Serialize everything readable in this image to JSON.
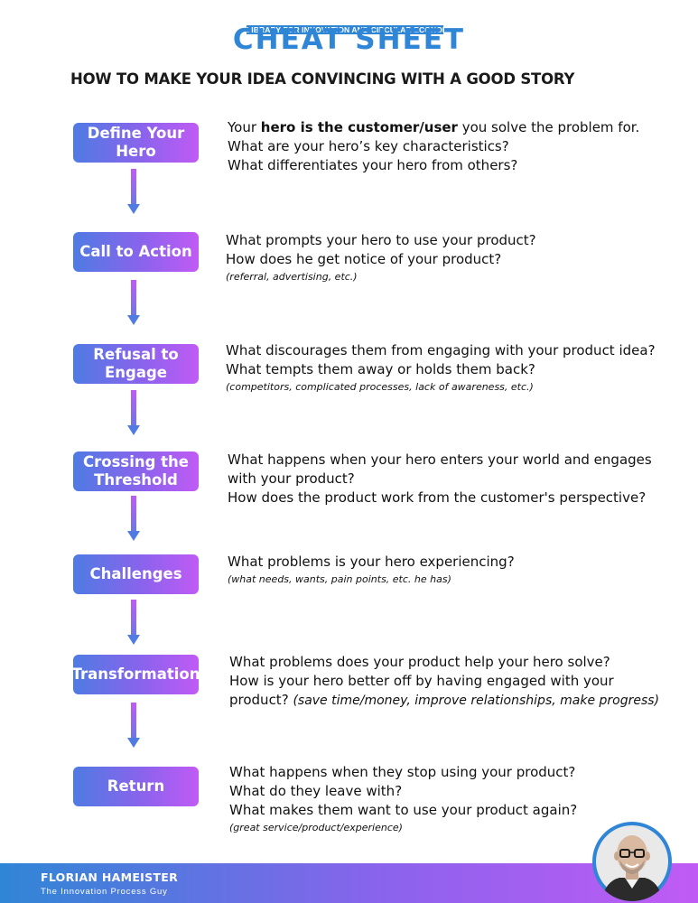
{
  "header": {
    "top_label": "LIBRARY FOR INNOVATION AND CIRCULAR ECONOMY",
    "title": "CHEAT SHEET",
    "subtitle": "HOW TO MAKE YOUR IDEA CONVINCING WITH A GOOD STORY"
  },
  "steps": [
    {
      "label": "Define Your\nHero",
      "lines": [
        {
          "pre": "Your ",
          "bold": "hero is the customer/user",
          "post": " you solve the problem for."
        },
        {
          "text": "What are your hero’s key characteristics?"
        },
        {
          "text": "What differentiates your hero from others?"
        }
      ]
    },
    {
      "label": "Call to Action",
      "lines": [
        {
          "text": "What prompts your hero to use your product?"
        },
        {
          "text": "How does he get notice of your product?"
        }
      ],
      "note": "(referral, advertising, etc.)"
    },
    {
      "label": "Refusal to\nEngage",
      "lines": [
        {
          "text": "What discourages them from engaging with your product idea?"
        },
        {
          "text": "What tempts them away or holds them back?"
        }
      ],
      "note": "(competitors, complicated processes, lack of awareness, etc.)"
    },
    {
      "label": "Crossing the\nThreshold",
      "lines": [
        {
          "text": "What happens when your hero enters your world and engages"
        },
        {
          "text": "with your product?"
        },
        {
          "text": "How does the product work from the customer's perspective?"
        }
      ]
    },
    {
      "label": "Challenges",
      "lines": [
        {
          "text": "What problems is your hero experiencing?"
        }
      ],
      "note": "(what needs, wants, pain points, etc. he has)"
    },
    {
      "label": "Transformation",
      "lines": [
        {
          "text": "What problems does your product help your hero solve?"
        },
        {
          "text": "How is your hero better off by having engaged with your"
        },
        {
          "pre": "product? ",
          "italic": "(save time/money, improve relationships, make progress)"
        }
      ]
    },
    {
      "label": "Return",
      "lines": [
        {
          "text": "What happens when they stop using your product?"
        },
        {
          "text": "What do they leave with?"
        },
        {
          "text": "What makes them want to use your product again?"
        }
      ],
      "note": "(great service/product/experience)"
    }
  ],
  "footer": {
    "name": "FLORIAN HAMEISTER",
    "tagline": "The Innovation Process Guy"
  },
  "colors": {
    "accent_blue": "#2f86d6",
    "gradient_start": "#4f7be3",
    "gradient_end": "#c05bf5"
  }
}
